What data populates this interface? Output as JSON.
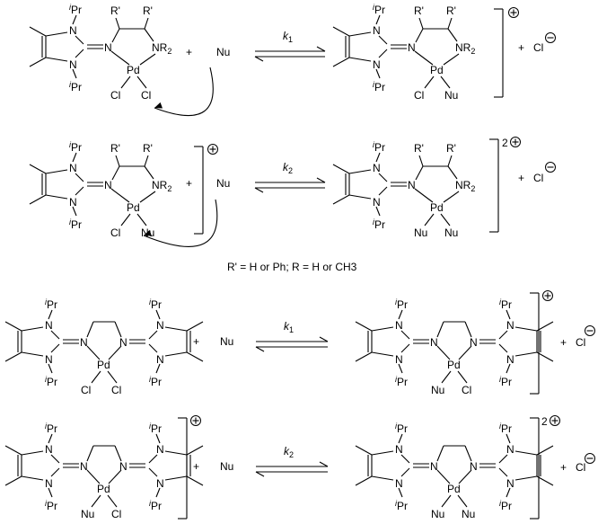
{
  "labels": {
    "ipr_i": "i",
    "ipr": "Pr",
    "R1": "R'",
    "R2": "R'",
    "N": "N",
    "NR2": "NR",
    "NR2_sub": "2",
    "Pd": "Pd",
    "Cl": "Cl",
    "Nu": "Nu",
    "plus": "+",
    "charge_plus": "⊕",
    "charge_2plus": "2⊕",
    "chloride": "Cl",
    "minus": "⊖"
  },
  "rates": {
    "k1": "k",
    "k1_sub": "1",
    "k2": "k",
    "k2_sub": "2"
  },
  "note": "R' = H or Ph; R = H or CH3"
}
